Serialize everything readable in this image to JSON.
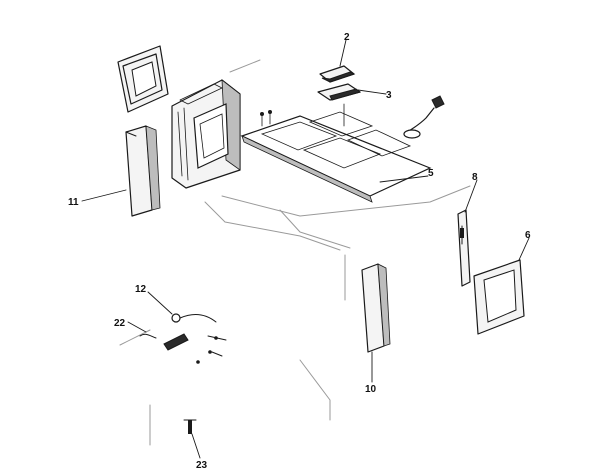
{
  "callouts": [
    {
      "id": "c2",
      "text": "2"
    },
    {
      "id": "c3",
      "text": "3"
    },
    {
      "id": "c5",
      "text": "5"
    },
    {
      "id": "c6",
      "text": "6"
    },
    {
      "id": "c8",
      "text": "8"
    },
    {
      "id": "c10",
      "text": "10"
    },
    {
      "id": "c11",
      "text": "11"
    },
    {
      "id": "c12",
      "text": "12"
    },
    {
      "id": "c22",
      "text": "22"
    },
    {
      "id": "c23",
      "text": "23"
    }
  ]
}
